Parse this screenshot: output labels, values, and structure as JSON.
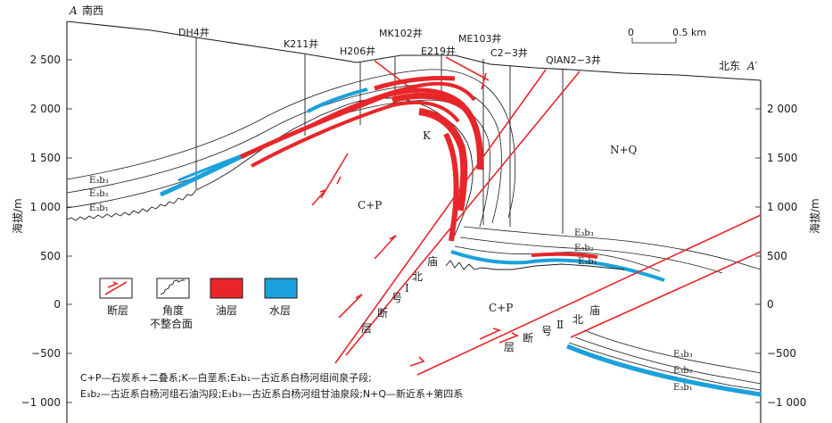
{
  "section": {
    "left_end": "A",
    "left_dir": "南西",
    "right_dir": "北东",
    "right_end": "A′"
  },
  "axis": {
    "ylabel": "海拔/m",
    "ticks": [
      "2 500",
      "2 000",
      "1 500",
      "1 000",
      "500",
      "0",
      "−500",
      "−1 000"
    ],
    "right_ticks": [
      "2 000",
      "1 500",
      "1 000",
      "500",
      "0",
      "−500",
      "−1 000"
    ]
  },
  "scale": {
    "zero": "0",
    "end": "0.5 km"
  },
  "wells": [
    "DH4井",
    "K211井",
    "H206井",
    "MK102井",
    "E219井",
    "ME103井",
    "C2−3井",
    "QIAN2−3井"
  ],
  "units": {
    "k": "K",
    "cp_left": "C+P",
    "cp_center": "C+P",
    "nq": "N+Q",
    "e3b3": "E₃b₃",
    "e3b2": "E₃b₂",
    "e3b1": "E₃b₁"
  },
  "fault1": [
    "北",
    "庙",
    "Ⅰ",
    "号",
    "断",
    "层"
  ],
  "fault2": [
    "北",
    "庙",
    "Ⅱ",
    "号",
    "断",
    "层"
  ],
  "legend": {
    "fault": "断层",
    "unconformity_1": "角度",
    "unconformity_2": "不整合面",
    "oil": "油层",
    "water": "水层"
  },
  "notes": {
    "line1": "C+P—石炭系+二叠系;K—白垩系;E₃b₁—古近系白杨河组间泉子段;",
    "line2": "E₃b₂—古近系白杨河组石油沟段;E₃b₃—古近系白杨河组甘油泉段;N+Q—新近系+第四系"
  },
  "colors": {
    "oil": "#e8262a",
    "water": "#1ba1dc",
    "line": "#1a1a1a"
  }
}
